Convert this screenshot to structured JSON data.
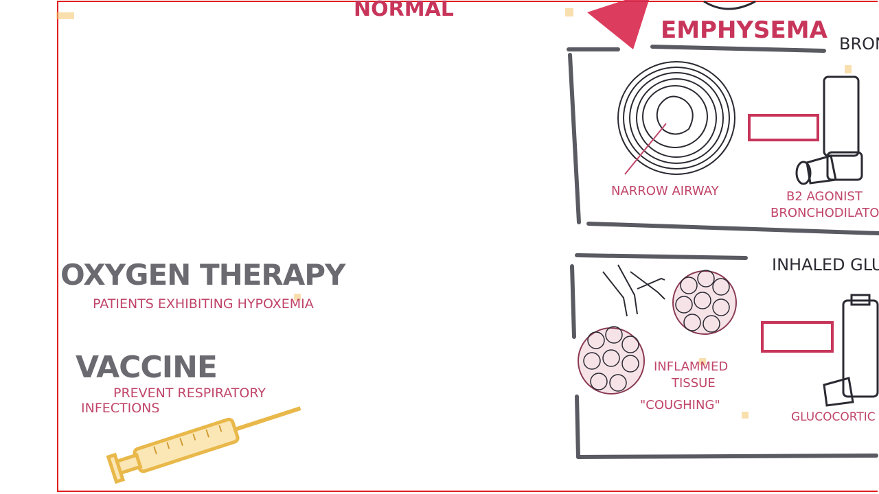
{
  "headings": {
    "normal": "NORMAL",
    "emphysema": "EMPHYSEMA",
    "bronchodilator_cut": "BRON",
    "inhaled_gluco": "INHALED GLU"
  },
  "left": {
    "oxygen_title": "OXYGEN THERAPY",
    "oxygen_sub": "PATIENTS EXHIBITING HYPOXEMIA",
    "vaccine_title": "VACCINE",
    "vaccine_sub1": "PREVENT RESPIRATORY",
    "vaccine_sub2": "INFECTIONS"
  },
  "top_panel": {
    "airway_label": "NARROW AIRWAY",
    "agonist_line1": "B2 AGONIST",
    "agonist_line2": "BRONCHODILATO"
  },
  "bottom_panel": {
    "tissue_line1": "INFLAMMED",
    "tissue_line2": "TISSUE",
    "tissue_line3": "\"COUGHING\"",
    "gluco_label": "GLUCOCORTIC"
  },
  "colors": {
    "accent_red": "#e02020",
    "heading_pink": "#c8355a",
    "label_pink": "#c0456a",
    "syringe": "#f2c25a"
  }
}
